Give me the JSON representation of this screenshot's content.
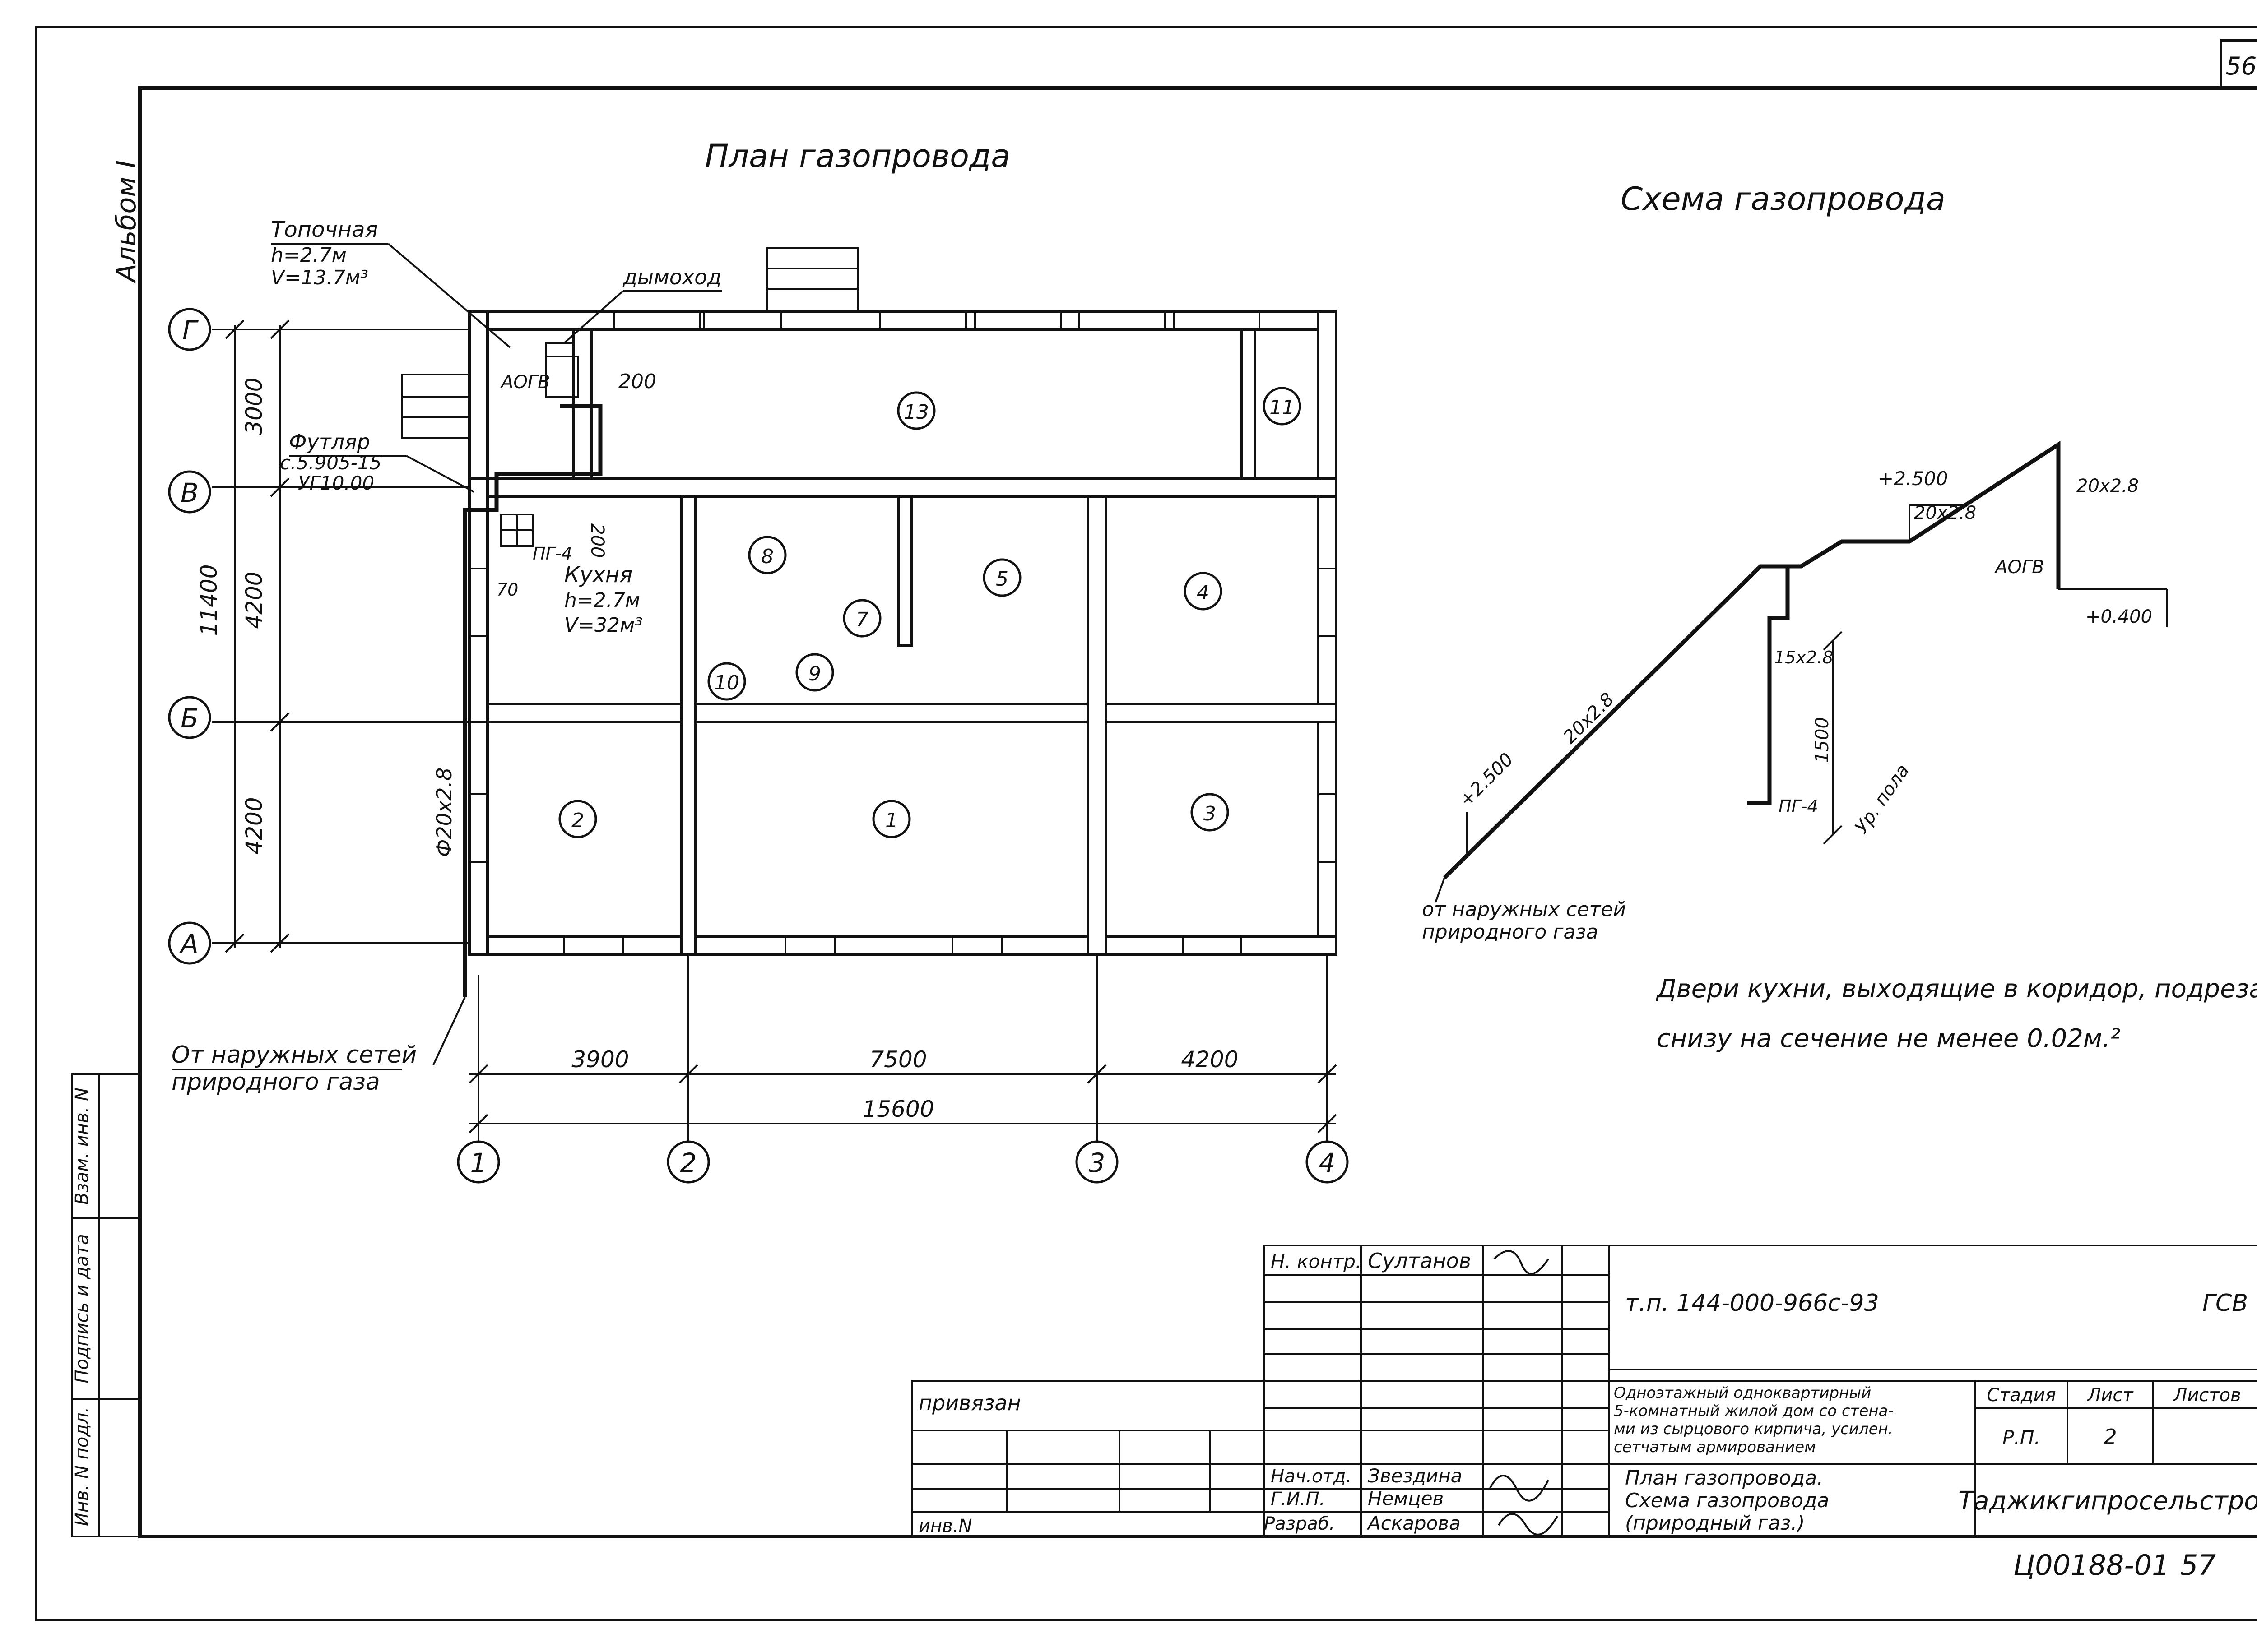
{
  "sheet": {
    "number": "56",
    "album": "Альбом I"
  },
  "plan": {
    "title": "План газопровода",
    "axes_rows": [
      "Г",
      "В",
      "Б",
      "А"
    ],
    "axes_cols": [
      "1",
      "2",
      "3",
      "4"
    ],
    "dims_left": [
      "3000",
      "4200",
      "4200",
      "11400"
    ],
    "dims_bottom": [
      "3900",
      "7500",
      "4200",
      "15600"
    ],
    "rooms": [
      "13",
      "11",
      "8",
      "7",
      "5",
      "4",
      "10",
      "9",
      "2",
      "1",
      "3"
    ],
    "labels": {
      "topochnaya": "Топочная",
      "topochnaya_h": "h=2.7м",
      "topochnaya_v": "V=13.7м³",
      "dymokhod": "дымоход",
      "aogv": "АОГВ",
      "dim200a": "200",
      "dim200b": "200",
      "futlyar": "Футляр",
      "futlyar_ref": "с.5.905-15",
      "futlyar_code": "УГ10.00",
      "pg4": "ПГ-4",
      "dim70": "70",
      "kitchen": "Кухня",
      "kitchen_h": "h=2.7м",
      "kitchen_v": "V=32м³",
      "pipe": "Ф20х2.8",
      "from_networks_1": "От наружных сетей",
      "from_networks_2": "природного газа"
    }
  },
  "scheme": {
    "title": "Схема газопровода",
    "labels": {
      "elev_top": "+2.500",
      "pipe_top": "20х2.8",
      "pipe_right": "20х2.8",
      "aogv": "АОГВ",
      "elev_04": "+0.400",
      "pipe_mid": "15х2.8",
      "dim1500": "1500",
      "floor": "Ур. пола",
      "pg4": "ПГ-4",
      "elev_low": "+2.500",
      "pipe_diag": "20х2.8",
      "from_1": "от наружных сетей",
      "from_2": "природного газа"
    }
  },
  "note": {
    "line1": "Двери кухни, выходящие в коридор, подрезать",
    "line2": "снизу на сечение не менее 0.02м.²"
  },
  "stamp": {
    "side": [
      "Инв. N подл.",
      "Подпись и дата",
      "Взам. инв. N"
    ],
    "n_kontr_role": "Н. контр.",
    "n_kontr_name": "Султанов",
    "privyazan": "привязан",
    "inv": "инв.N",
    "nach_role": "Нач.отд.",
    "nach_name": "Звездина",
    "gip_role": "Г.И.П.",
    "gip_name": "Немцев",
    "razrab_role": "Разраб.",
    "razrab_name": "Аскарова",
    "code": "т.п. 144-000-966с-93",
    "gsv": "ГСВ",
    "desc1": "Одноэтажный одноквартирный",
    "desc2": "5-комнатный жилой дом со стена-",
    "desc3": "ми из сырцового кирпича, усилен.",
    "desc4": "сетчатым армированием",
    "stadiya": "Стадия",
    "list": "Лист",
    "listov": "Листов",
    "stadiya_val": "Р.П.",
    "list_val": "2",
    "title1": "План газопровода.",
    "title2": "Схема газопровода",
    "title3": "(природный газ.)",
    "org": "Таджикгипросельстрой",
    "bottom_code": "Ц00188-01",
    "bottom_num": "57"
  }
}
